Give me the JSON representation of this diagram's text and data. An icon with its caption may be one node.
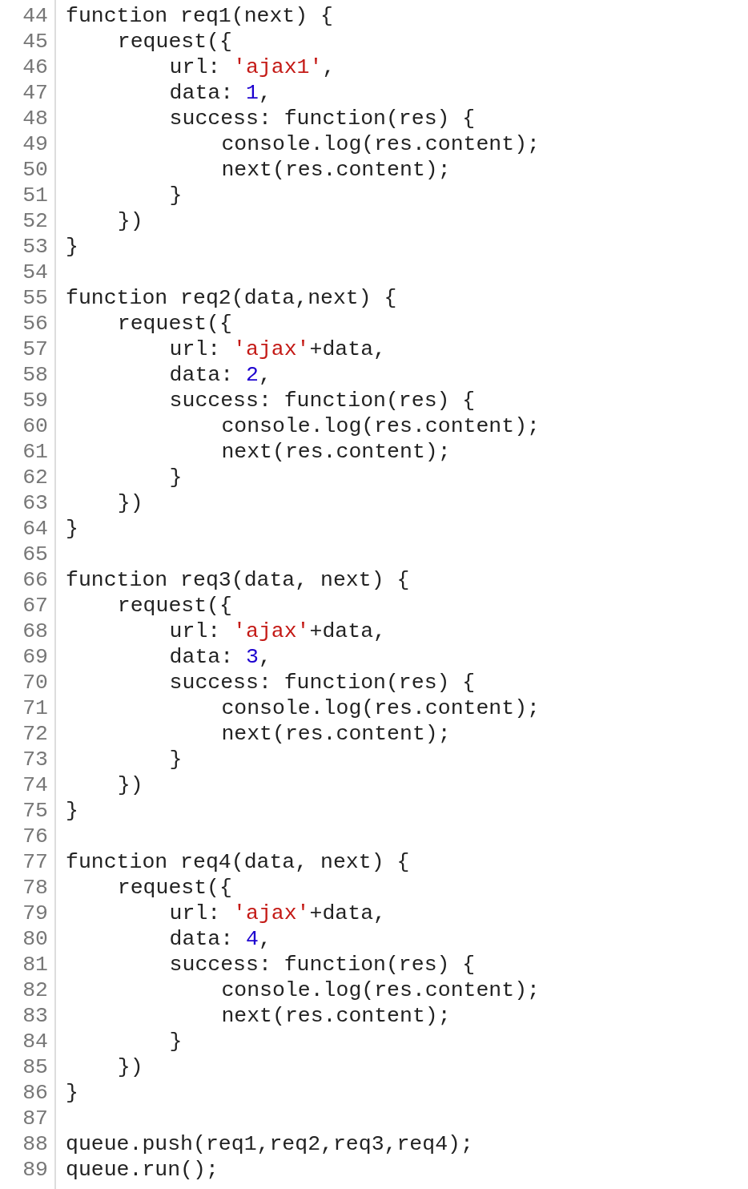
{
  "diagram": {
    "labels": [
      "44",
      "function req1(next) {",
      "45",
      "    request({",
      "46",
      "        url: 'ajax1',",
      "47",
      "        data: 1,",
      "48",
      "        success: function(res) {",
      "49",
      "            console.log(res.content);",
      "50",
      "            next(res.content);",
      "51",
      "        }",
      "52",
      "    })",
      "53",
      "}",
      "54",
      "55",
      "function req2(data,next) {",
      "56",
      "    request({",
      "57",
      "        url: 'ajax'+data,",
      "58",
      "        data: 2,",
      "59",
      "        success: function(res) {",
      "60",
      "            console.log(res.content);",
      "61",
      "            next(res.content);",
      "62",
      "        }",
      "63",
      "    })",
      "64",
      "}",
      "65",
      "66",
      "function req3(data, next) {",
      "67",
      "    request({",
      "68",
      "        url: 'ajax'+data,",
      "69",
      "        data: 3,",
      "70",
      "        success: function(res) {",
      "71",
      "            console.log(res.content);",
      "72",
      "            next(res.content);",
      "73",
      "        }",
      "74",
      "    })",
      "75",
      "}",
      "76",
      "77",
      "function req4(data, next) {",
      "78",
      "    request({",
      "79",
      "        url: 'ajax'+data,",
      "80",
      "        data: 4,",
      "81",
      "        success: function(res) {",
      "82",
      "            console.log(res.content);",
      "83",
      "            next(res.content);",
      "84",
      "        }",
      "85",
      "    })",
      "86",
      "}",
      "87",
      "88",
      "queue.push(req1,req2,req3,req4);",
      "89",
      "queue.run();"
    ]
  }
}
